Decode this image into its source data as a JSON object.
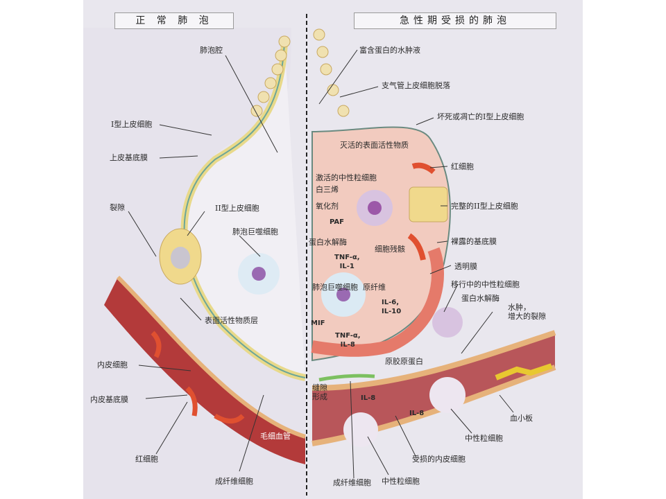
{
  "left": {
    "title": "正 常 肺 泡",
    "labels": {
      "alveolar_space": "肺泡腔",
      "type1": "I型上皮细胞",
      "epi_bm": "上皮基底膜",
      "gap": "裂隙",
      "type2": "II型上皮细胞",
      "macrophage": "肺泡巨噬细胞",
      "surfactant": "表面活性物质层",
      "endothelial": "内皮细胞",
      "endo_bm": "内皮基底膜",
      "rbc": "红细胞",
      "capillary": "毛细血管",
      "fibroblast": "成纤维细胞"
    }
  },
  "right": {
    "title": "急性期受损的肺泡",
    "labels": {
      "edema_fluid": "富含蛋白的水肿液",
      "bronchial_shed": "支气管上皮细胞脱落",
      "necrotic_type1": "坏死或凋亡的I型上皮细胞",
      "inactive_surf": "灭活的表面活性物质",
      "rbc": "红细胞",
      "activated_neut": "激活的中性粒细胞",
      "leukotriene": "白三烯",
      "oxidant": "氧化剂",
      "paf": "PAF",
      "protease": "蛋白水解酶",
      "intact_type2": "完整的II型上皮细胞",
      "bare_bm": "裸露的基底膜",
      "tnf_il1": "TNF-α,\nIL-1",
      "debris": "细胞残骸",
      "hyaline": "透明膜",
      "macrophage": "肺泡巨噬细胞",
      "fibril": "原纤维",
      "migrating_neut": "移行中的中性粒细胞",
      "protease2": "蛋白水解酶",
      "il6_10": "IL-6,\nIL-10",
      "mif": "MIF",
      "tnf_il8": "TNF-α,\nIL-8",
      "edema_gap": "水肿，\n增大的裂隙",
      "procollagen": "原胶原蛋白",
      "gap_form": "缝隙\n形成",
      "il8a": "IL-8",
      "il8b": "IL-8",
      "platelet": "血小板",
      "neut": "中性粒细胞",
      "damaged_endo": "受损的内皮细胞",
      "fibroblast": "成纤维细胞",
      "neut2": "中性粒细胞"
    }
  }
}
